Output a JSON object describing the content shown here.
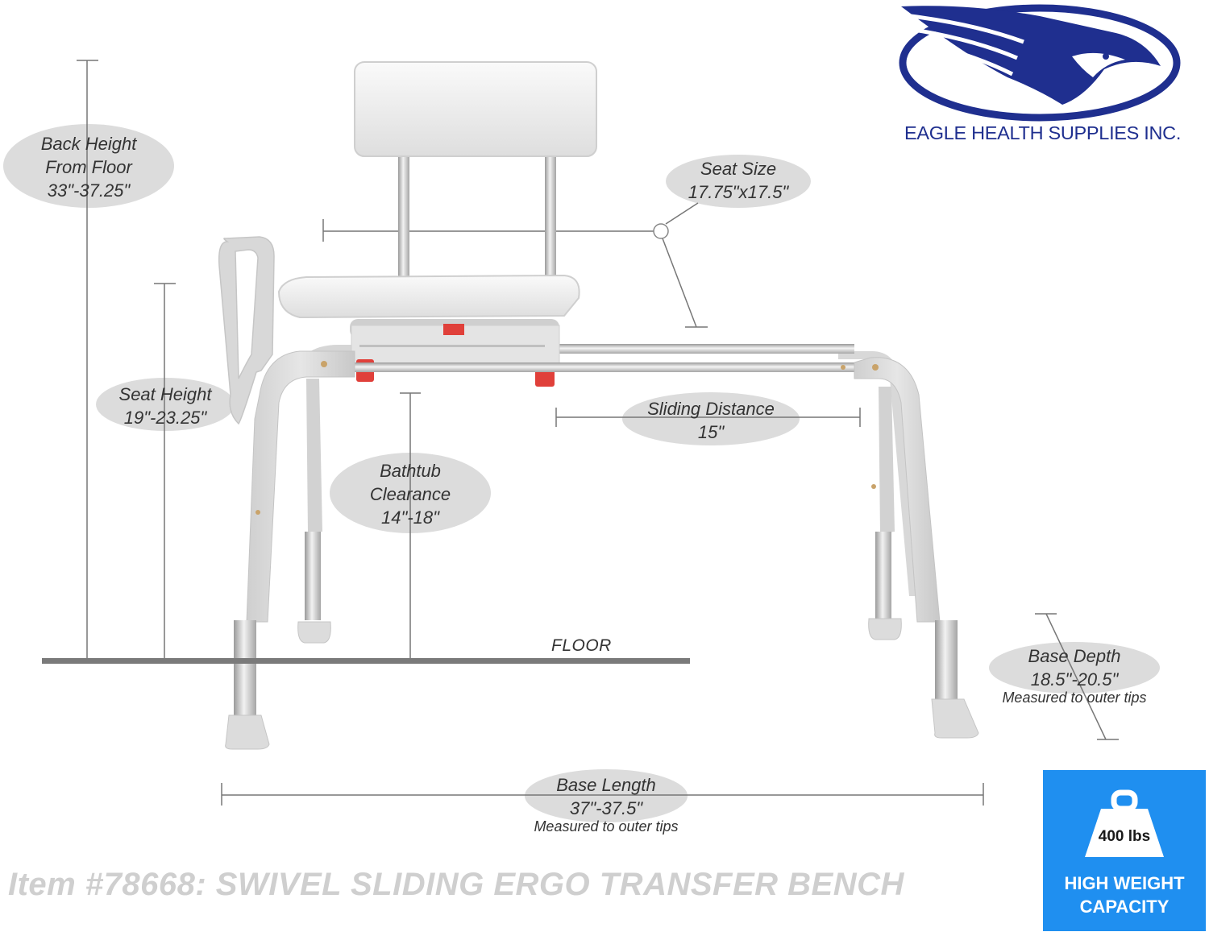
{
  "brand": {
    "company_name": "EAGLE HEALTH SUPPLIES INC.",
    "logo_icon": "eagle-logo-icon",
    "logo_color": "#1f2f8f"
  },
  "measurements": {
    "back_height": {
      "line1": "Back Height",
      "line2": "From Floor",
      "value": "33\"-37.25\""
    },
    "seat_size": {
      "label": "Seat Size",
      "value": "17.75\"x17.5\""
    },
    "seat_height": {
      "label": "Seat Height",
      "value": "19\"-23.25\""
    },
    "sliding_distance": {
      "label": "Sliding Distance",
      "value": "15\""
    },
    "bathtub_clearance": {
      "line1": "Bathtub",
      "line2": "Clearance",
      "value": "14\"-18\""
    },
    "base_depth": {
      "label": "Base Depth",
      "value": "18.5\"-20.5\"",
      "note": "Measured to outer tips"
    },
    "base_length": {
      "label": "Base Length",
      "value": "37\"-37.5\"",
      "note": "Measured to outer tips"
    }
  },
  "floor_label": "FLOOR",
  "item_title": "Item #78668: SWIVEL SLIDING ERGO TRANSFER BENCH",
  "badge": {
    "weight": "400 lbs",
    "line1": "HIGH WEIGHT",
    "line2": "CAPACITY",
    "icon": "weight-icon",
    "color": "#1f8ff0"
  },
  "colors": {
    "bubble": "#dcdcdc",
    "frame": "#d4d4d4",
    "chrome": "#bdbdbd",
    "accent_red": "#e0403a",
    "badge_blue": "#1f8ff0"
  }
}
